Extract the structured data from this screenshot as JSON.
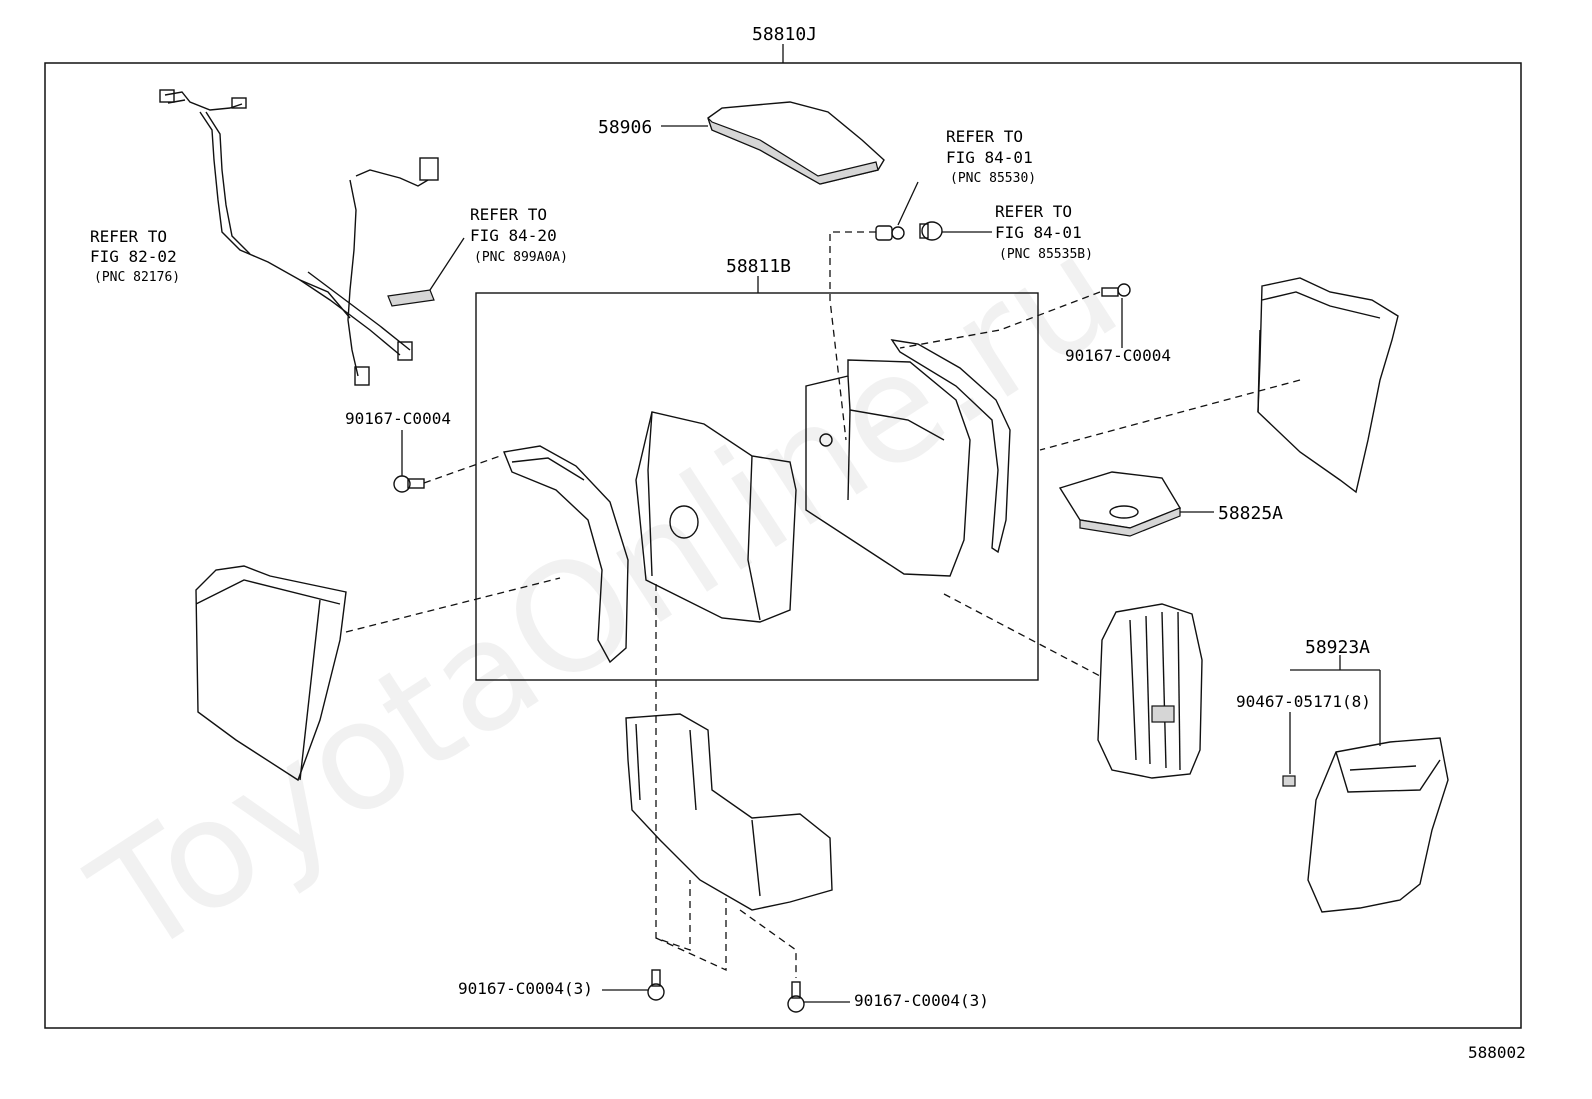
{
  "diagram": {
    "top_part_number": "58810J",
    "figure_id": "588002",
    "watermark": "ToyotaOnline.ru",
    "labels": {
      "p58906": "58906",
      "p58811b": "58811B",
      "p58825a": "58825A",
      "p58923a": "58923A",
      "screw_right": "90167-C0004",
      "screw_left": "90167-C0004",
      "clip_bottom_right": "90467-05171(8)",
      "screw_bottom_left": "90167-C0004(3)",
      "screw_bottom_right": "90167-C0004(3)"
    },
    "refs": {
      "harness": {
        "line1": "REFER TO",
        "line2": "FIG 82-02",
        "line3": "(PNC 82176)"
      },
      "module": {
        "line1": "REFER TO",
        "line2": "FIG 84-20",
        "line3": "(PNC 899A0A)"
      },
      "socket": {
        "line1": "REFER TO",
        "line2": "FIG 84-01",
        "line3": "(PNC 85530)"
      },
      "bulb": {
        "line1": "REFER TO",
        "line2": "FIG 84-01",
        "line3": "(PNC 85535B)"
      }
    }
  }
}
